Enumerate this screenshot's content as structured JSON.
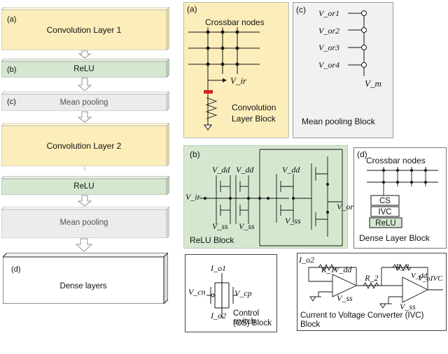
{
  "pipeline": {
    "blocks": [
      {
        "tag": "(a)",
        "title": "Convolution Layer 1",
        "color": "#fbeebb"
      },
      {
        "tag": "(b)",
        "title": "ReLU",
        "color": "#d5e8cf"
      },
      {
        "tag": "(c)",
        "title": "Mean pooling",
        "color": "#ececec"
      },
      {
        "tag": "",
        "title": "Convolution Layer 2",
        "color": "#fbeebb"
      },
      {
        "tag": "",
        "title": "ReLU",
        "color": "#d5e8cf"
      },
      {
        "tag": "",
        "title": "Mean pooling",
        "color": "#ececec"
      },
      {
        "tag": "(d)",
        "title": "Dense layers",
        "color": "#ffffff"
      }
    ]
  },
  "panel_a": {
    "tag": "(a)",
    "header": "Crossbar nodes",
    "output": "V_ir",
    "caption_line1": "Convolution",
    "caption_line2": "Layer Block",
    "color": "#fbeebb"
  },
  "panel_c": {
    "tag": "(c)",
    "inputs": [
      "V_or1",
      "V_or2",
      "V_or3",
      "V_or4"
    ],
    "output": "V_m",
    "caption": "Mean pooling Block",
    "color": "#f1f1f1"
  },
  "panel_b": {
    "tag": "(b)",
    "vdd": "V_dd",
    "vss": "V_ss",
    "input": "V_ir",
    "output": "V_or",
    "caption": "ReLU Block",
    "color": "#d5e8cf"
  },
  "panel_d": {
    "tag": "(d)",
    "header": "Crossbar nodes",
    "cs": "CS",
    "ivc": "IVC",
    "relu": "ReLU",
    "caption": "Dense Layer Block"
  },
  "panel_cs": {
    "io1": "I_o1",
    "io2": "I_o2",
    "vcn": "V_cn",
    "vcp": "V_cp",
    "caption_line1": "Control switch",
    "caption_line2": "(CS) Block"
  },
  "panel_ivc": {
    "io2": "I_o2",
    "r1": "R_1",
    "r2": "R_2",
    "r3": "R_3",
    "vdd": "V_dd",
    "vss": "V_ss",
    "out": "V_oIVC",
    "caption_line1": "Current to Voltage Converter (IVC)",
    "caption_line2": "Block"
  }
}
